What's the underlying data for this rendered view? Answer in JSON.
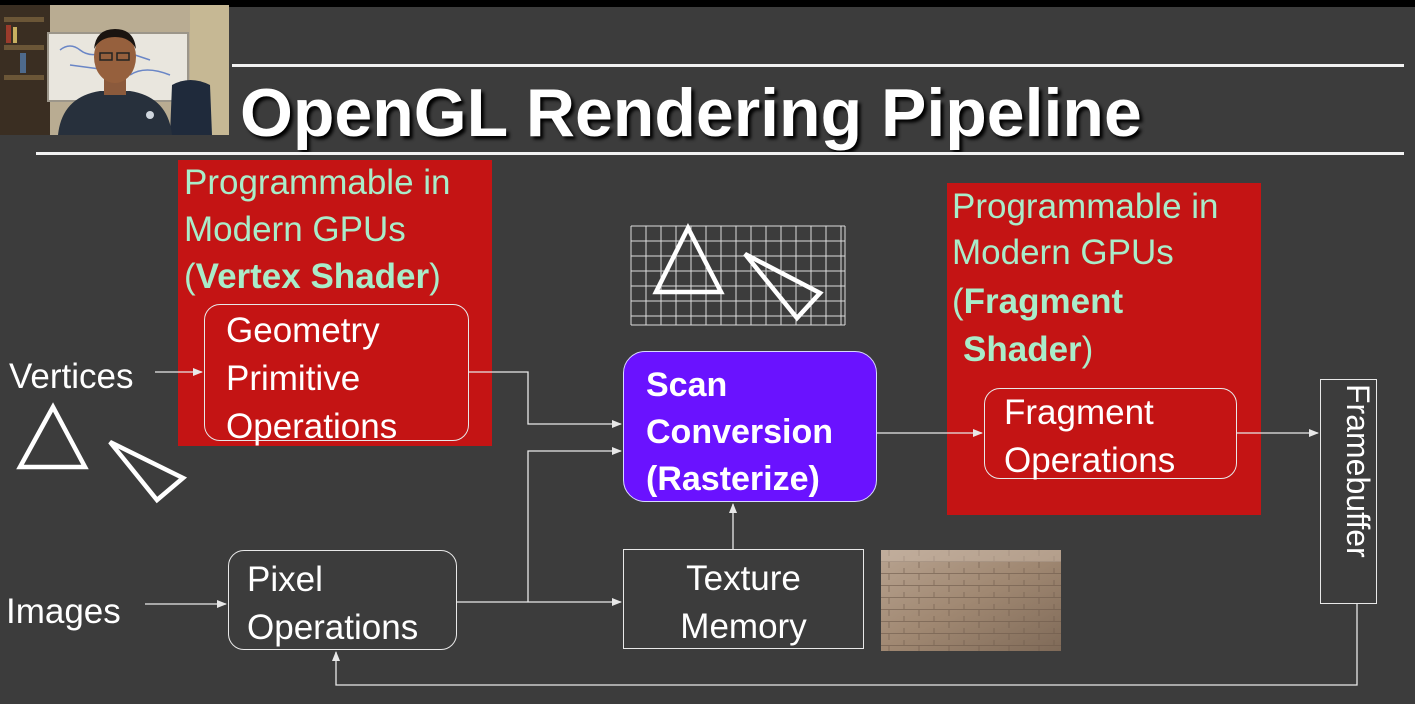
{
  "title": "OpenGL Rendering Pipeline",
  "inputs": {
    "vertices": "Vertices",
    "images": "Images"
  },
  "vertex_stage": {
    "line1": "Programmable in",
    "line2": "Modern GPUs",
    "open_paren": "(",
    "shader_name": "Vertex Shader",
    "close_paren": ")",
    "box_lines": [
      "Geometry",
      "Primitive",
      "Operations"
    ]
  },
  "fragment_stage": {
    "line1": "Programmable in",
    "line2": "Modern GPUs",
    "open_paren": "(",
    "shader_name_1": "Fragment",
    "shader_name_2": "Shader",
    "close_paren": ")",
    "box_lines": [
      "Fragment",
      "Operations"
    ]
  },
  "scan_conversion": [
    "Scan",
    "Conversion",
    "(Rasterize)"
  ],
  "pixel_ops": [
    "Pixel",
    "Operations"
  ],
  "texture_memory": [
    "Texture",
    "Memory"
  ],
  "framebuffer": "Framebuffer",
  "colors": {
    "background": "#3c3c3c",
    "programmable_region": "#c41414",
    "programmable_text": "#a9ecc9",
    "scan_conversion_fill": "#6a12ff",
    "lines": "#e8e8e8"
  }
}
